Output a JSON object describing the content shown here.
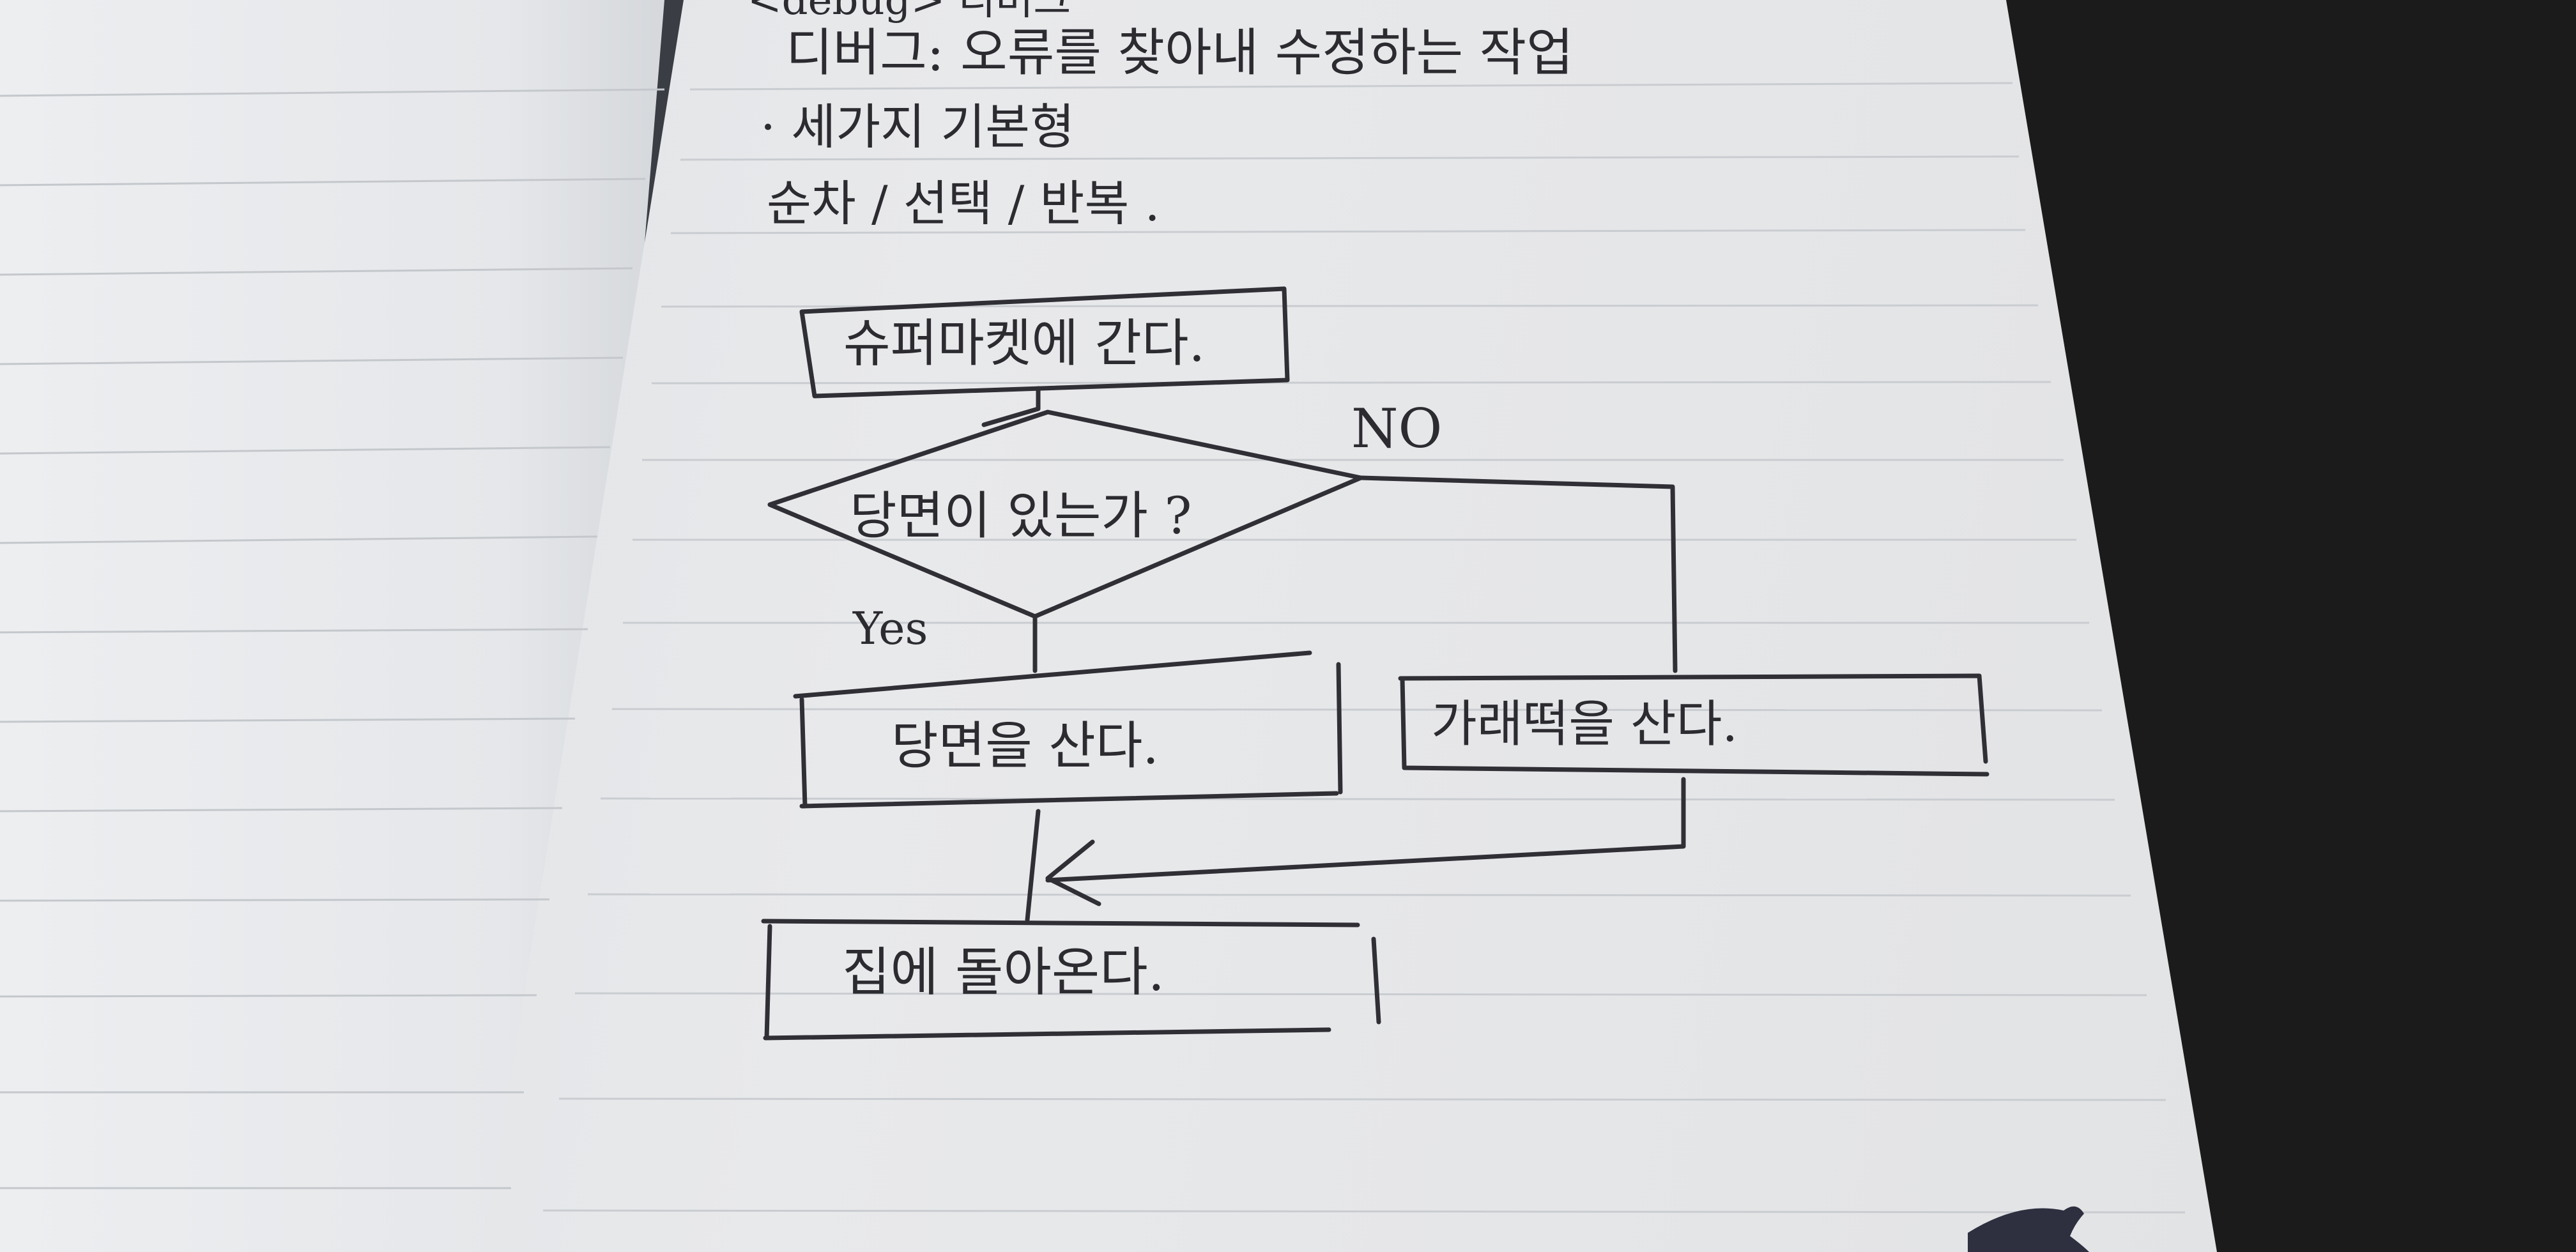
{
  "notes": {
    "top_partial": "<debug> 디버그",
    "debug_definition": "디버그: 오류를 찾아내 수정하는 작업",
    "basic_structures_title": "· 세가지 기본형",
    "structure_types": "순차 / 선택 / 반복 ."
  },
  "flowchart": {
    "start_box": "슈퍼마켓에 간다.",
    "decision": "당면이 있는가 ?",
    "no_label": "NO",
    "yes_label": "Yes",
    "yes_action": "당면을 산다.",
    "no_action": "가래떡을 산다.",
    "end_box": "집에 돌아온다."
  }
}
